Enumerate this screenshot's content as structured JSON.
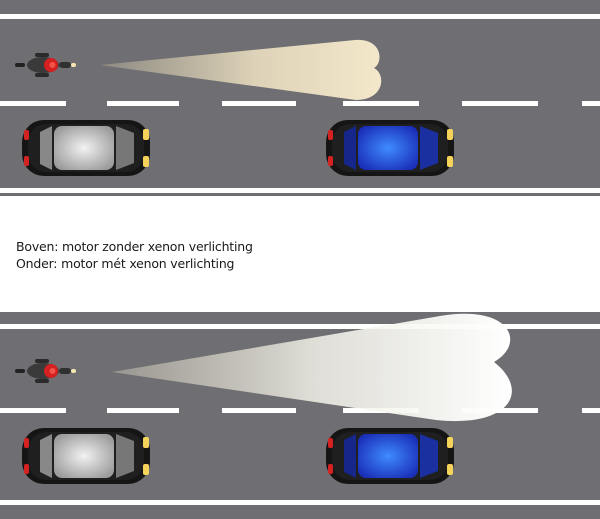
{
  "caption": {
    "line_top": "Boven: motor zonder xenon verlichting",
    "line_bottom": "Onder: motor mét xenon verlichting"
  },
  "colors": {
    "road": "#6f6f73",
    "lane_line": "#ffffff",
    "beam_halogen": "#f1e4c4",
    "beam_xenon": "#ffffff",
    "car_body": "#151515",
    "car_silver": "#d7d7d7",
    "car_blue": "#1e55e6",
    "tail_light": "#d42222",
    "head_light": "#f5d35a",
    "rider_helmet": "#d42020"
  },
  "scenes": [
    {
      "name": "zonder-xenon",
      "beam": "halogen"
    },
    {
      "name": "met-xenon",
      "beam": "xenon"
    }
  ]
}
